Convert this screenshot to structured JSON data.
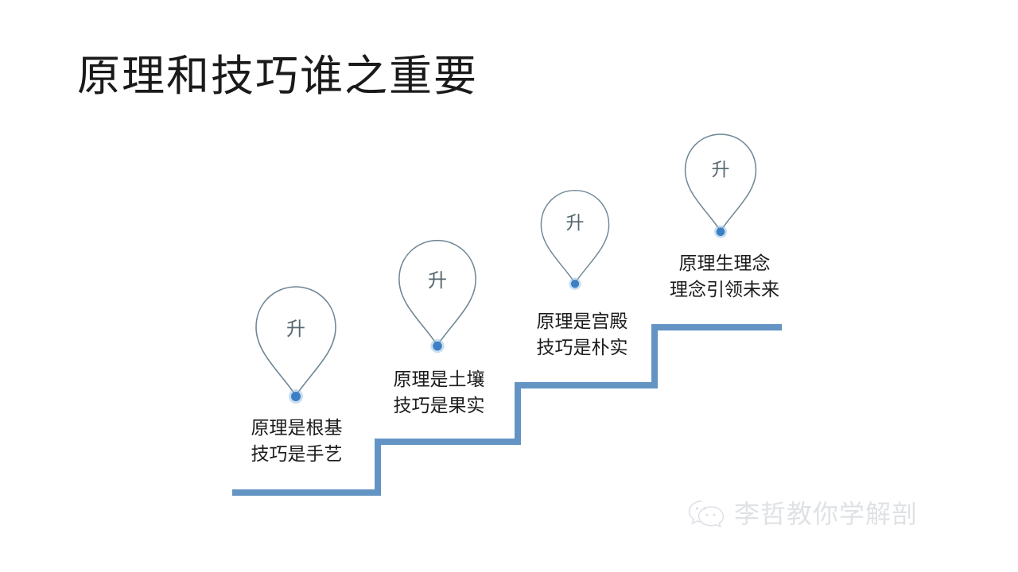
{
  "slide": {
    "title": "原理和技巧谁之重要",
    "background_color": "#ffffff",
    "title_color": "#1a1a1a"
  },
  "theme": {
    "step_line_color": "#6394c4",
    "balloon_stroke_color": "#6f8794",
    "balloon_char_color": "#54666f",
    "dot_color": "#3c7fc4",
    "dot_halo_color": "#9dc2e2",
    "caption_color": "#1c1c1c",
    "watermark_color": "#dcdfe3"
  },
  "balloons": [
    {
      "id": "balloon-1",
      "char": "升",
      "caption_line_1": "原理是根基",
      "caption_line_2": "技巧是手艺"
    },
    {
      "id": "balloon-2",
      "char": "升",
      "caption_line_1": "原理是土壤",
      "caption_line_2": "技巧是果实"
    },
    {
      "id": "balloon-3",
      "char": "升",
      "caption_line_1": "原理是宫殿",
      "caption_line_2": "技巧是朴实"
    },
    {
      "id": "balloon-4",
      "char": "升",
      "caption_line_1": "原理生理念",
      "caption_line_2": "理念引领未来"
    }
  ],
  "staircase": {
    "steps": 4,
    "description": "ascending-staircase-line"
  },
  "watermark": {
    "text": "李哲教你学解剖",
    "icon": "wechat-icon"
  }
}
